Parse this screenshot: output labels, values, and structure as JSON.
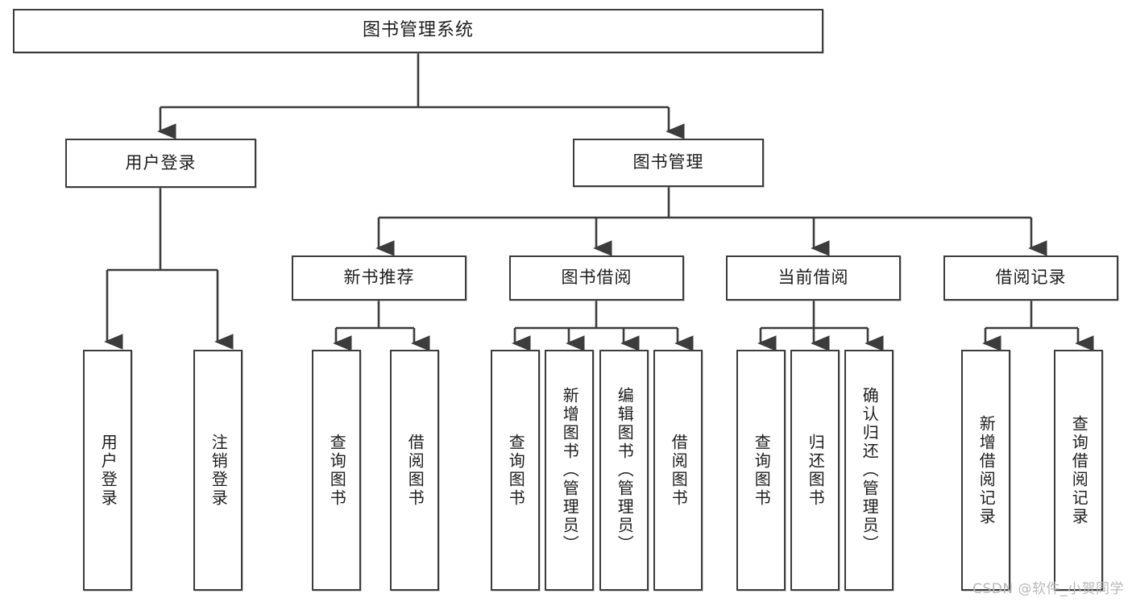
{
  "diagram": {
    "title": "图书管理系统",
    "type": "tree",
    "colors": {
      "stroke": "#3c3c3c",
      "fill": "#ffffff",
      "text": "#1d1d1d",
      "watermark": "#b8b8b8"
    },
    "levels": {
      "root": {
        "label": "图书管理系统"
      },
      "level2": [
        {
          "label": "用户登录"
        },
        {
          "label": "图书管理"
        }
      ],
      "level3": [
        {
          "label": "新书推荐"
        },
        {
          "label": "图书借阅"
        },
        {
          "label": "当前借阅"
        },
        {
          "label": "借阅记录"
        }
      ],
      "leaves": {
        "user_login": [
          {
            "label": "用户登录"
          },
          {
            "label": "注销登录"
          }
        ],
        "new_book_recommend": [
          {
            "label": "查询图书"
          },
          {
            "label": "借阅图书"
          }
        ],
        "book_borrow": [
          {
            "label": "查询图书"
          },
          {
            "label": "新增图书（管理员）"
          },
          {
            "label": "编辑图书（管理员）"
          },
          {
            "label": "借阅图书"
          }
        ],
        "current_borrow": [
          {
            "label": "查询图书"
          },
          {
            "label": "归还图书"
          },
          {
            "label": "确认归还（管理员）"
          }
        ],
        "borrow_record": [
          {
            "label": "新增借阅记录"
          },
          {
            "label": "查询借阅记录"
          }
        ]
      }
    }
  },
  "watermark": {
    "text": "CSDN @软件_小贺同学"
  }
}
